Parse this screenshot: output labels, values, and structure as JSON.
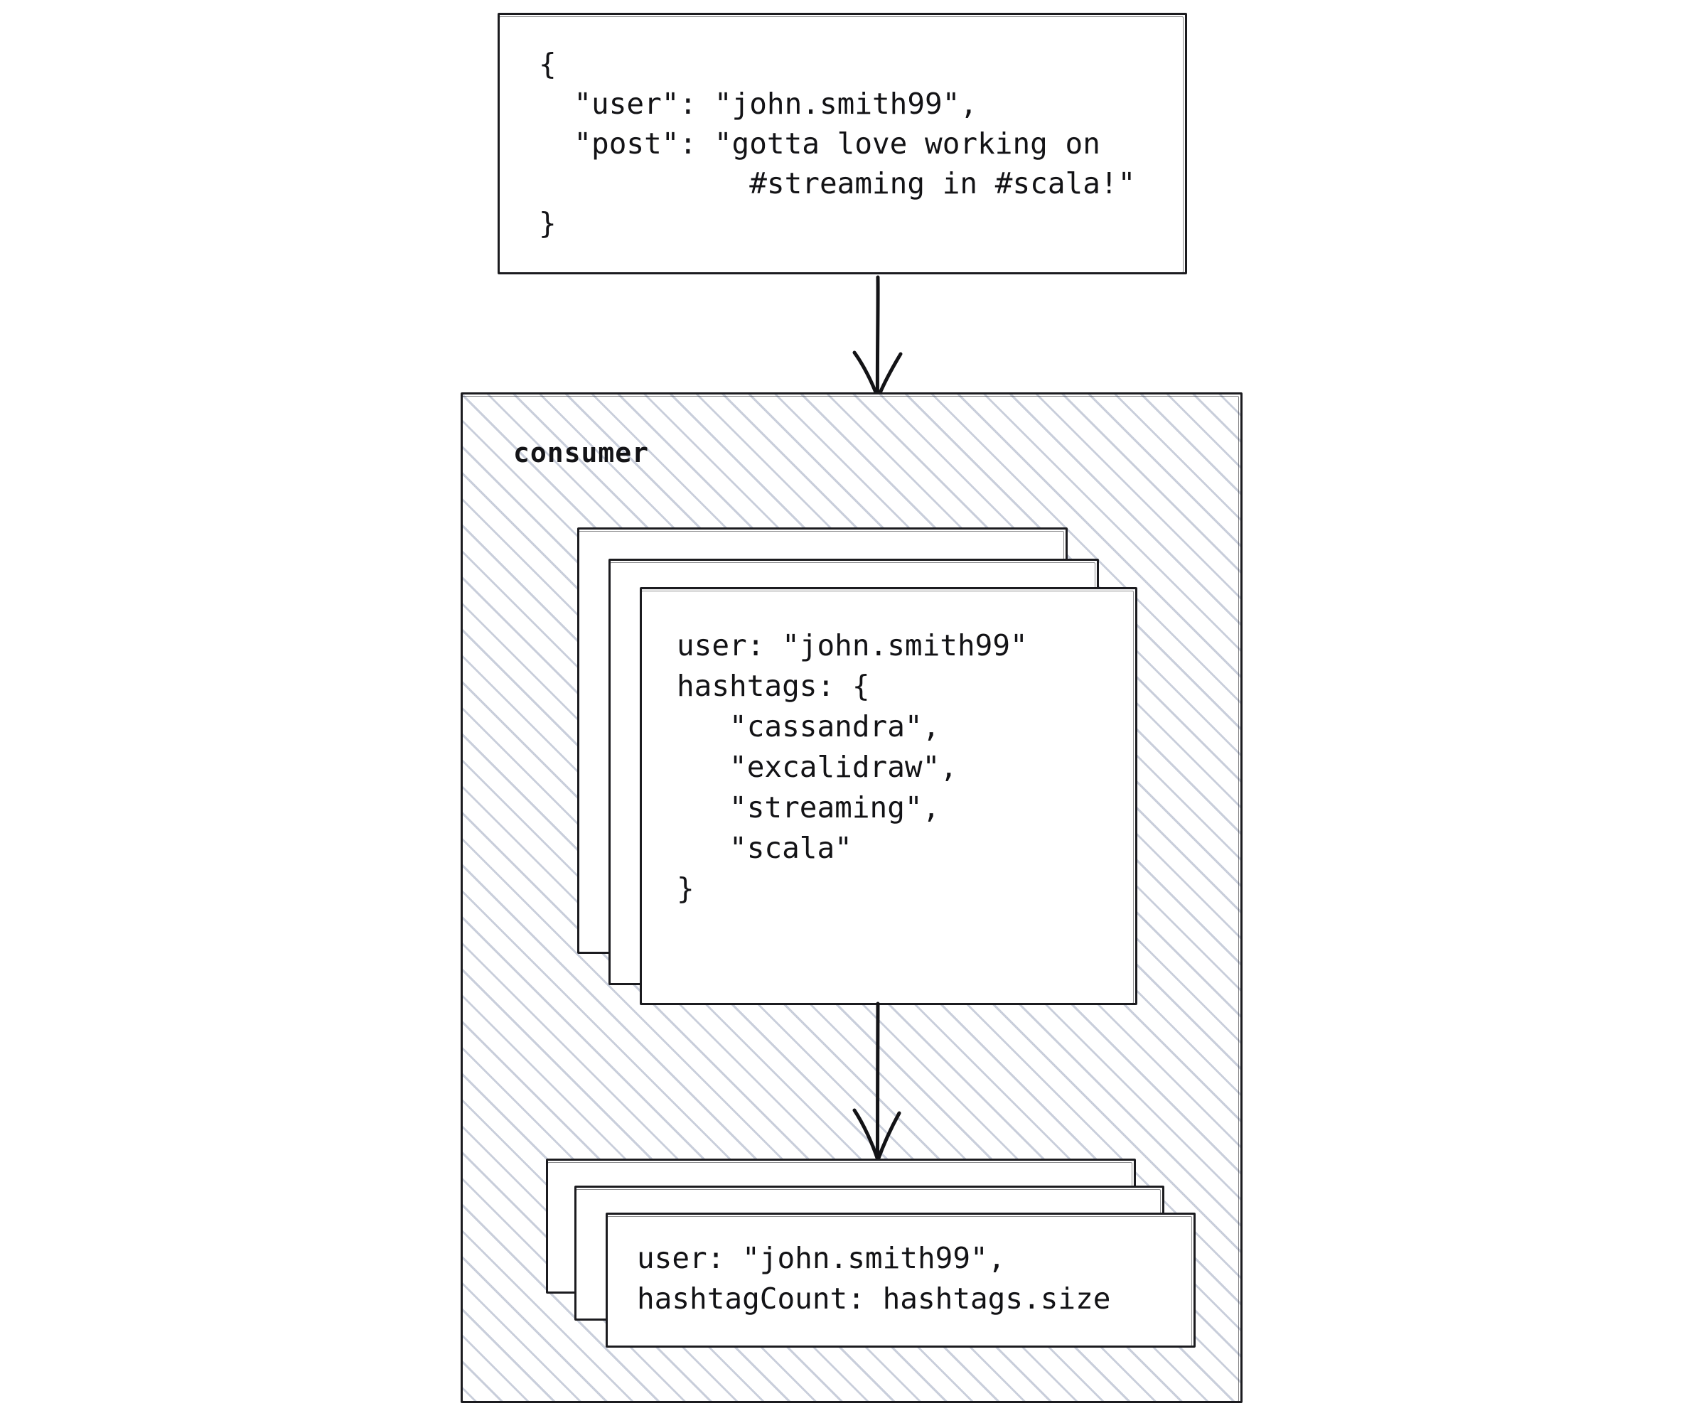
{
  "diagram": {
    "title": "streaming consumer hashtag pipeline",
    "colors": {
      "stroke": "#1b1b1f",
      "text": "#131316",
      "hatch": "#c6ccd9",
      "background": "#ffffff"
    }
  },
  "input_message": {
    "name": "incoming-post-json",
    "code": "{\n  \"user\": \"john.smith99\",\n  \"post\": \"gotta love working on\n            #streaming in #scala!\"\n}"
  },
  "consumer": {
    "label": "consumer",
    "hashtag_records": {
      "name": "hashtag-extraction-records",
      "stack_count": 3,
      "code": "user: \"john.smith99\"\nhashtags: {\n   \"cassandra\",\n   \"excalidraw\",\n   \"streaming\",\n   \"scala\"\n}",
      "user": "john.smith99",
      "hashtags": [
        "cassandra",
        "excalidraw",
        "streaming",
        "scala"
      ]
    },
    "count_records": {
      "name": "hashtag-count-records",
      "stack_count": 3,
      "code": "user: \"john.smith99\",\nhashtagCount: hashtags.size",
      "user": "john.smith99",
      "count_expression": "hashtags.size"
    }
  },
  "arrows": {
    "input_to_consumer": "arrow-down",
    "records_to_counts": "arrow-down"
  }
}
